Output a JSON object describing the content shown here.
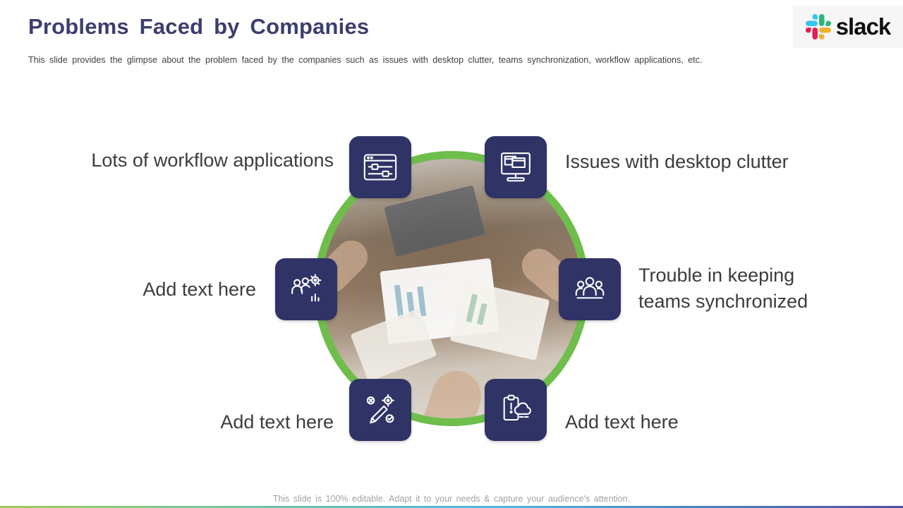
{
  "slide": {
    "title": "Problems Faced by Companies",
    "subtitle": "This slide provides the glimpse about the problem faced by the companies such as issues with desktop clutter, teams synchronization, workflow applications, etc.",
    "footer": "This slide is 100% editable. Adapt it to your needs & capture your audience's attention."
  },
  "logo": {
    "text": "slack"
  },
  "items": [
    {
      "label": "Lots of workflow applications",
      "icon": "workflow-applications-icon"
    },
    {
      "label": "Issues with desktop clutter",
      "icon": "desktop-clutter-icon"
    },
    {
      "label": "Add text here",
      "icon": "team-gear-icon"
    },
    {
      "label": "Trouble in keeping teams synchronized",
      "icon": "teams-synchronized-icon"
    },
    {
      "label": "Add text here",
      "icon": "edit-gear-icon"
    },
    {
      "label": "Add text here",
      "icon": "cloud-document-icon"
    }
  ],
  "colors": {
    "title": "#3b3e6e",
    "tile_navy": "#2f3366",
    "ring_green": "#6fbe4c",
    "slack_blue": "#36C5F0",
    "slack_green": "#2EB67D",
    "slack_red": "#E01E5A",
    "slack_yellow": "#ECB22E"
  }
}
